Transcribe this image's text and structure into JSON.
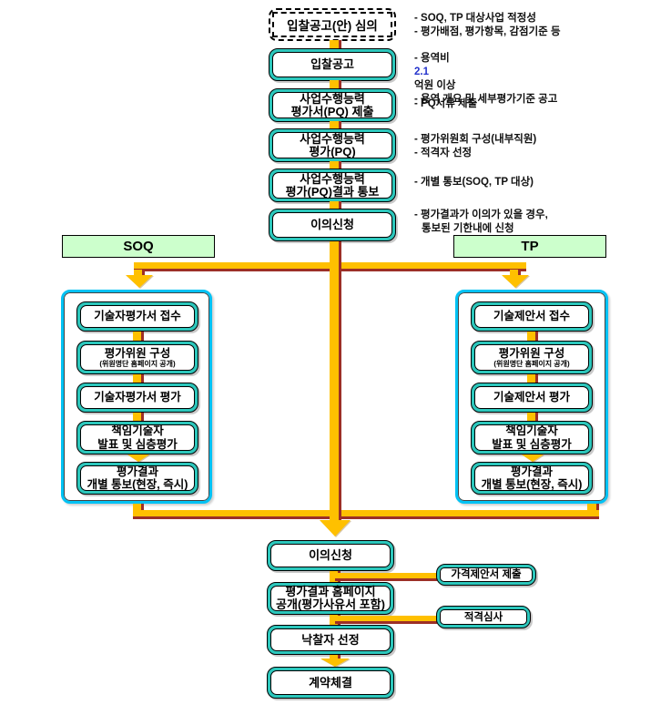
{
  "colors": {
    "box_border_teal": "#2cc7bc",
    "container_border_cyan": "#00c2f4",
    "arrow_gold": "#ffc000",
    "arrow_shadow_maroon": "#9c2f27",
    "branch_header_green": "#ccffcc",
    "highlight_blue": "#2433cc"
  },
  "main": {
    "steps": [
      {
        "lines": [
          "입찰공고(안) 심의"
        ]
      },
      {
        "lines": [
          "입찰공고"
        ]
      },
      {
        "lines": [
          "사업수행능력",
          "평가서(PQ) 제출"
        ]
      },
      {
        "lines": [
          "사업수행능력",
          "평가(PQ)"
        ]
      },
      {
        "lines": [
          "사업수행능력",
          "평가(PQ)결과 통보"
        ]
      },
      {
        "lines": [
          "이의신청"
        ]
      }
    ],
    "notes": [
      {
        "lines": [
          "- SOQ, TP 대상사업 적정성",
          "- 평가배점, 평가항목, 감점기준 등"
        ]
      },
      {
        "parts": {
          "prefix": "- 용역비 ",
          "highlight": "2.1",
          "suffix": "억원 이상"
        },
        "line2": "- 용역 개요 및 세부평가기준 공고"
      },
      {
        "lines": [
          "- PQ서류 제출"
        ]
      },
      {
        "lines": [
          "- 평가위원회 구성(내부직원)",
          "- 적격자 선정"
        ]
      },
      {
        "lines": [
          "- 개별 통보(SOQ, TP 대상)"
        ]
      },
      {
        "lines": [
          "- 평가결과가 이의가 있을 경우,",
          "통보된 기한내에 신청"
        ]
      }
    ]
  },
  "branch_headers": {
    "soq": "SOQ",
    "tp": "TP"
  },
  "soq": {
    "steps": [
      {
        "lines": [
          "기술자평가서 접수"
        ]
      },
      {
        "lines": [
          "평가위원 구성"
        ],
        "sub": "(위원명단 홈페이지 공개)"
      },
      {
        "lines": [
          "기술자평가서 평가"
        ]
      },
      {
        "lines": [
          "책임기술자",
          "발표 및 심층평가"
        ]
      },
      {
        "lines": [
          "평가결과",
          "개별 통보(현장, 즉시)"
        ]
      }
    ]
  },
  "tp": {
    "steps": [
      {
        "lines": [
          "기술제안서 접수"
        ]
      },
      {
        "lines": [
          "평가위원 구성"
        ],
        "sub": "(위원명단 홈페이지 공개)"
      },
      {
        "lines": [
          "기술제안서 평가"
        ]
      },
      {
        "lines": [
          "책임기술자",
          "발표 및 심층평가"
        ]
      },
      {
        "lines": [
          "평가결과",
          "개별 통보(현장, 즉시)"
        ]
      }
    ]
  },
  "bottom": {
    "steps": [
      {
        "lines": [
          "이의신청"
        ]
      },
      {
        "lines": [
          "평가결과 홈페이지",
          "공개(평가사유서 포함)"
        ]
      },
      {
        "lines": [
          "낙찰자 선정"
        ]
      },
      {
        "lines": [
          "계약체결"
        ]
      }
    ],
    "side": [
      {
        "lines": [
          "가격제안서 제출"
        ]
      },
      {
        "lines": [
          "적격심사"
        ]
      }
    ]
  }
}
